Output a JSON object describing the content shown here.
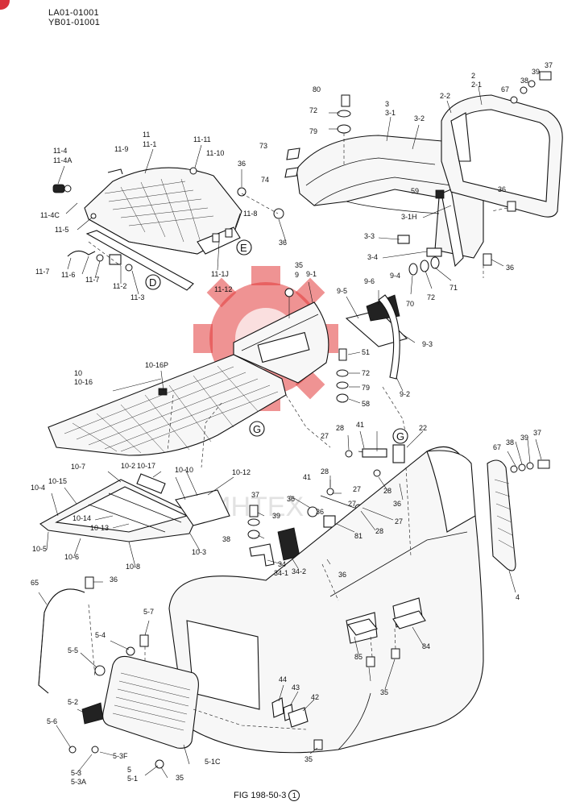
{
  "header": {
    "line1": "LA01-01001",
    "line2": "YB01-01001"
  },
  "caption": {
    "text": "FIG 198-50-3",
    "sheet_number": "1"
  },
  "watermark": {
    "text": "ИНТЕХ",
    "color": "#e23b3b"
  },
  "section_letters": [
    "D",
    "E",
    "G",
    "G"
  ],
  "callouts": [
    "11-4",
    "11-4A",
    "11-9",
    "11",
    "11-1",
    "11-11",
    "11-10",
    "36",
    "11-4C",
    "11-5",
    "11-8",
    "11-7",
    "11-6",
    "11-7",
    "11-2",
    "11-3",
    "11-1J",
    "11-12",
    "E",
    "D",
    "80",
    "72",
    "79",
    "73",
    "74",
    "36",
    "3",
    "3-1",
    "3-2",
    "2",
    "2-1",
    "2-2",
    "37",
    "39",
    "38",
    "67",
    "59",
    "36",
    "3-1H",
    "3-3",
    "3-4",
    "70",
    "72",
    "71",
    "36",
    "35",
    "9",
    "9-1",
    "9-5",
    "9-6",
    "9-4",
    "9-3",
    "9-2",
    "51",
    "72",
    "79",
    "58",
    "10",
    "10-16",
    "10-16P",
    "G",
    "10-7",
    "10-2",
    "10-17",
    "10-10",
    "10-12",
    "10-15",
    "10-4",
    "10-14",
    "10-13",
    "10-5",
    "10-6",
    "10-8",
    "10-3",
    "27",
    "28",
    "41",
    "22",
    "G",
    "36",
    "28",
    "27",
    "41",
    "28",
    "27",
    "36",
    "81",
    "28",
    "36",
    "37",
    "39",
    "38",
    "34",
    "34-1",
    "34-2",
    "36",
    "27",
    "67",
    "38",
    "39",
    "37",
    "4",
    "65",
    "36",
    "5-7",
    "5-4",
    "5-5",
    "5-2",
    "5-6",
    "5-3",
    "5-3A",
    "5-3F",
    "5",
    "5-1",
    "35",
    "5-1C",
    "44",
    "43",
    "42",
    "35",
    "85",
    "84",
    "35"
  ]
}
